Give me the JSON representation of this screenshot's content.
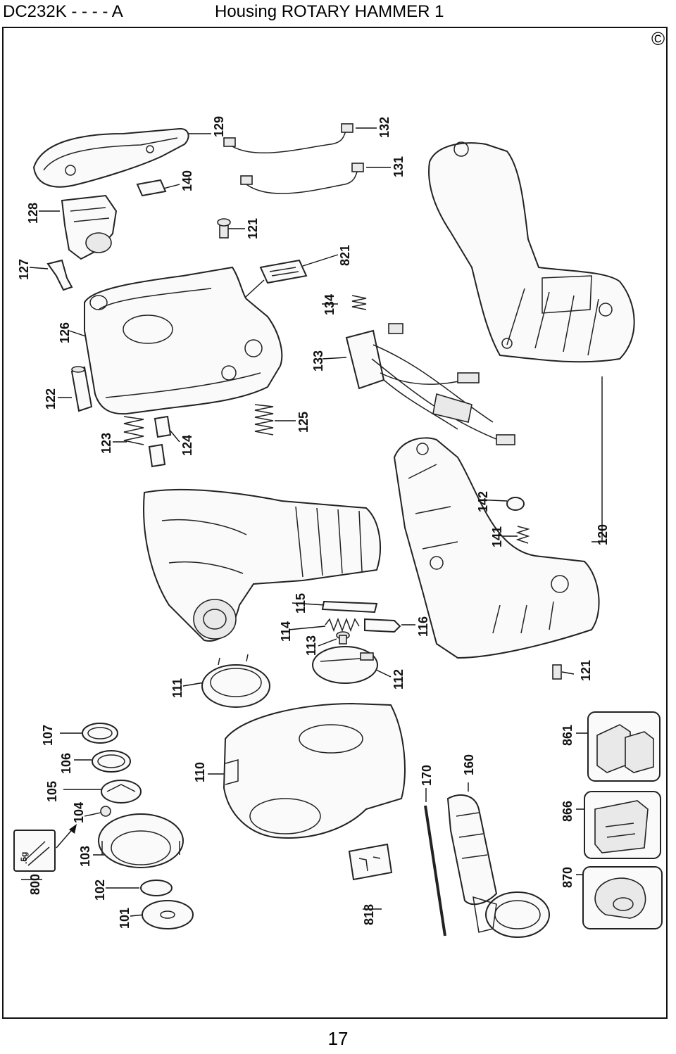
{
  "header": {
    "model": "DC232K - - - - A",
    "title": "Housing ROTARY HAMMER 1"
  },
  "copyright_symbol": "©",
  "page_number": "17",
  "callouts": [
    {
      "key": "c129",
      "text": "129"
    },
    {
      "key": "c132",
      "text": "132"
    },
    {
      "key": "c131",
      "text": "131"
    },
    {
      "key": "c140",
      "text": "140"
    },
    {
      "key": "c128",
      "text": "128"
    },
    {
      "key": "c121a",
      "text": "121"
    },
    {
      "key": "c127",
      "text": "127"
    },
    {
      "key": "c821",
      "text": "821"
    },
    {
      "key": "c126",
      "text": "126"
    },
    {
      "key": "c134",
      "text": "134"
    },
    {
      "key": "c133",
      "text": "133"
    },
    {
      "key": "c122",
      "text": "122"
    },
    {
      "key": "c125",
      "text": "125"
    },
    {
      "key": "c123",
      "text": "123"
    },
    {
      "key": "c124",
      "text": "124"
    },
    {
      "key": "c142",
      "text": "142"
    },
    {
      "key": "c141",
      "text": "141"
    },
    {
      "key": "c120",
      "text": "120"
    },
    {
      "key": "c115",
      "text": "115"
    },
    {
      "key": "c114",
      "text": "114"
    },
    {
      "key": "c116",
      "text": "116"
    },
    {
      "key": "c113",
      "text": "113"
    },
    {
      "key": "c112",
      "text": "112"
    },
    {
      "key": "c111",
      "text": "111"
    },
    {
      "key": "c121b",
      "text": "121"
    },
    {
      "key": "c107",
      "text": "107"
    },
    {
      "key": "c106",
      "text": "106"
    },
    {
      "key": "c105",
      "text": "105"
    },
    {
      "key": "c104",
      "text": "104"
    },
    {
      "key": "c103",
      "text": "103"
    },
    {
      "key": "c102",
      "text": "102"
    },
    {
      "key": "c101",
      "text": "101"
    },
    {
      "key": "c800",
      "text": "800"
    },
    {
      "key": "c110",
      "text": "110"
    },
    {
      "key": "c818",
      "text": "818"
    },
    {
      "key": "c170",
      "text": "170"
    },
    {
      "key": "c160",
      "text": "160"
    },
    {
      "key": "c861",
      "text": "861"
    },
    {
      "key": "c866",
      "text": "866"
    },
    {
      "key": "c870",
      "text": "870"
    }
  ],
  "grease_label": ".5g"
}
